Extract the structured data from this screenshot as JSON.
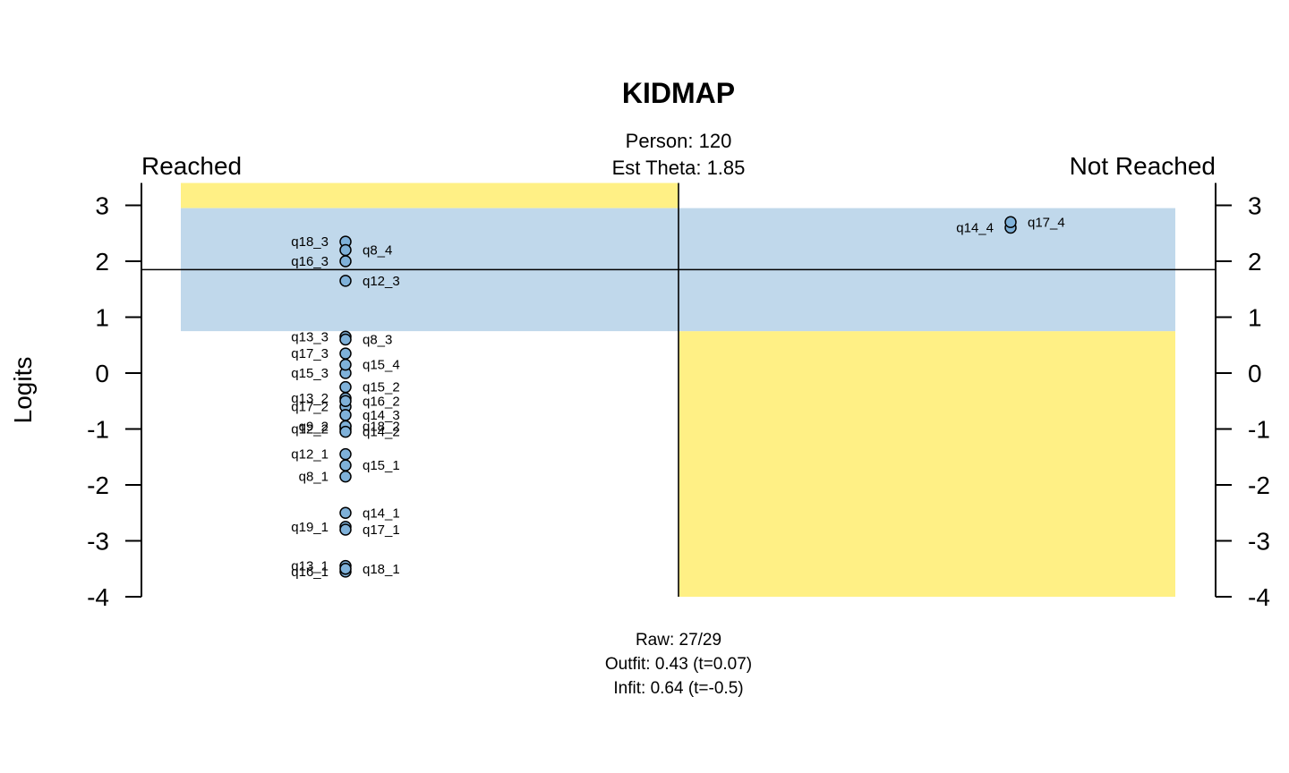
{
  "chart_data": {
    "type": "scatter",
    "title": "KIDMAP",
    "subtitle": [
      "Person: 120",
      "Est Theta: 1.85"
    ],
    "left_label": "Reached",
    "right_label": "Not Reached",
    "ylabel": "Logits",
    "ylim": [
      -4,
      3.4
    ],
    "yticks": [
      "3",
      "2",
      "1",
      "0",
      "-1",
      "-2",
      "-3",
      "-4"
    ],
    "theta": 1.85,
    "band": [
      0.75,
      2.95
    ],
    "colors": {
      "band": "#c0d8eb",
      "yellow": "#fff085",
      "point": "#7fb1d9",
      "line": "#000000"
    },
    "reached_left": [
      {
        "label": "q18_3",
        "y": 2.35
      },
      {
        "label": "q16_3",
        "y": 2.0
      },
      {
        "label": "q13_3",
        "y": 0.65
      },
      {
        "label": "q17_3",
        "y": 0.35
      },
      {
        "label": "q15_3",
        "y": 0.0
      },
      {
        "label": "q13_2",
        "y": -0.45
      },
      {
        "label": "q17_2",
        "y": -0.6
      },
      {
        "label": "q9_2",
        "y": -0.95
      },
      {
        "label": "q12_2",
        "y": -1.0
      },
      {
        "label": "q12_1",
        "y": -1.45
      },
      {
        "label": "q8_1",
        "y": -1.85
      },
      {
        "label": "q19_1",
        "y": -2.75
      },
      {
        "label": "q13_1",
        "y": -3.45
      },
      {
        "label": "q16_1",
        "y": -3.55
      }
    ],
    "reached_right": [
      {
        "label": "q8_4",
        "y": 2.2
      },
      {
        "label": "q12_3",
        "y": 1.65
      },
      {
        "label": "q8_3",
        "y": 0.6
      },
      {
        "label": "q15_4",
        "y": 0.15
      },
      {
        "label": "q15_2",
        "y": -0.25
      },
      {
        "label": "q16_2",
        "y": -0.5
      },
      {
        "label": "q14_3",
        "y": -0.75
      },
      {
        "label": "q18_2",
        "y": -0.95
      },
      {
        "label": "q14_2",
        "y": -1.05
      },
      {
        "label": "q15_1",
        "y": -1.65
      },
      {
        "label": "q14_1",
        "y": -2.5
      },
      {
        "label": "q17_1",
        "y": -2.8
      },
      {
        "label": "q18_1",
        "y": -3.5
      }
    ],
    "notreached_left": [
      {
        "label": "q14_4",
        "y": 2.6
      }
    ],
    "notreached_right": [
      {
        "label": "q17_4",
        "y": 2.7
      }
    ],
    "footer": [
      "Raw: 27/29",
      "Outfit: 0.43 (t=0.07)",
      "Infit: 0.64 (t=-0.5)"
    ]
  }
}
